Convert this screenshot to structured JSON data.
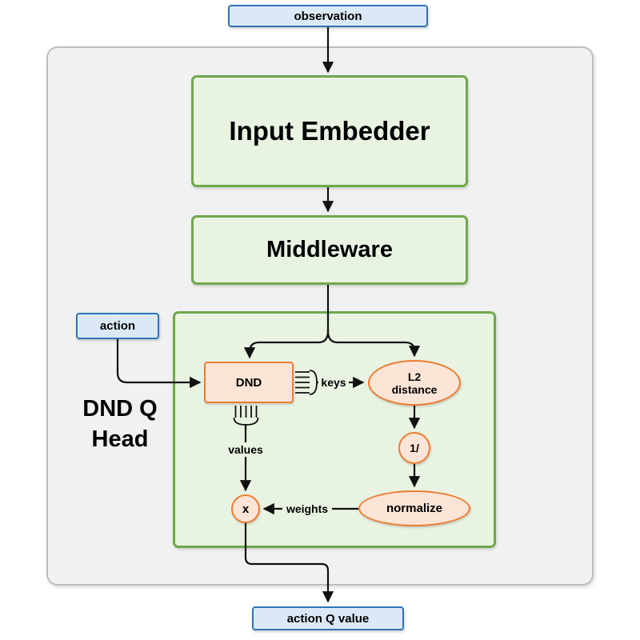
{
  "diagram": {
    "nodes": {
      "observation": "observation",
      "input_embedder": "Input Embedder",
      "middleware": "Middleware",
      "action": "action",
      "dnd": "DND",
      "l2_line1": "L2",
      "l2_line2": "distance",
      "reciprocal": "1/",
      "normalize": "normalize",
      "multiply": "x",
      "action_q_value": "action Q value"
    },
    "edge_labels": {
      "keys": "keys",
      "values": "values",
      "weights": "weights"
    },
    "head_label": {
      "line1": "DND Q",
      "line2": "Head"
    }
  },
  "colors": {
    "blue_fill": "#DBE9F6",
    "blue_border": "#2E75B6",
    "green_fill": "#E9F3E2",
    "green_border": "#6FA84C",
    "orange_fill": "#FCE4D6",
    "orange_border": "#ED7D31",
    "gray_fill": "#F1F1F1",
    "gray_border": "#BDBDBD",
    "arrow": "#111111"
  }
}
